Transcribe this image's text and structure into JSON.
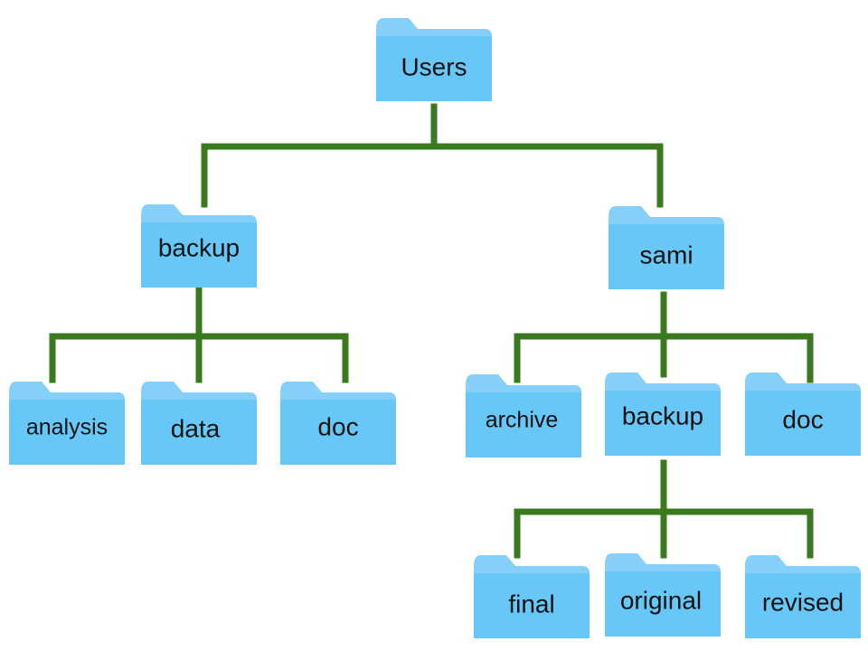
{
  "colors": {
    "folder_back": "#84d0f8",
    "folder_front": "#67c8f7",
    "connector": "#3a7a1e"
  },
  "icon": "folder-icon",
  "root": {
    "label": "Users",
    "children": [
      {
        "label": "backup",
        "children": [
          {
            "label": "analysis"
          },
          {
            "label": "data"
          },
          {
            "label": "doc"
          }
        ]
      },
      {
        "label": "sami",
        "children": [
          {
            "label": "archive"
          },
          {
            "label": "backup",
            "children": [
              {
                "label": "final"
              },
              {
                "label": "original"
              },
              {
                "label": "revised"
              }
            ]
          },
          {
            "label": "doc"
          }
        ]
      }
    ]
  }
}
